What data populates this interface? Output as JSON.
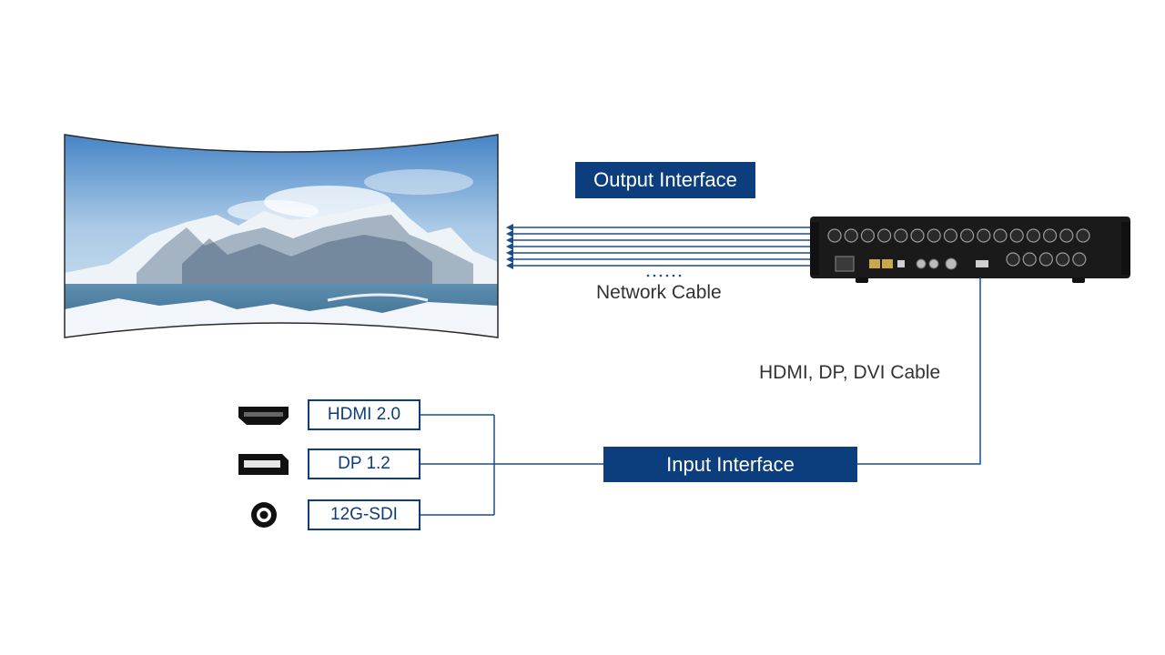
{
  "output_interface": {
    "label": "Output Interface"
  },
  "network_cable": {
    "label": "Network Cable"
  },
  "hdmi_dp_dvi_cable": {
    "label": "HDMI, DP, DVI Cable"
  },
  "input_interface": {
    "label": "Input Interface"
  },
  "input_ports": [
    {
      "label": "HDMI 2.0",
      "icon": "hdmi-connector-icon"
    },
    {
      "label": "DP 1.2",
      "icon": "displayport-connector-icon"
    },
    {
      "label": "12G-SDI",
      "icon": "bnc-connector-icon"
    }
  ],
  "colors": {
    "accent": "#0c3d7c",
    "line": "#1b4e8c",
    "text": "#333333",
    "device": "#1a1a1a"
  }
}
